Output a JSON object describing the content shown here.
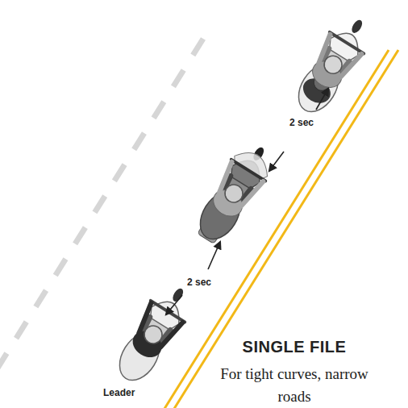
{
  "diagram": {
    "title": "SINGLE FILE",
    "labels": [
      "2 sec",
      "2 sec",
      "Leader",
      "For tight curves, narrow roads"
    ]
  }
}
